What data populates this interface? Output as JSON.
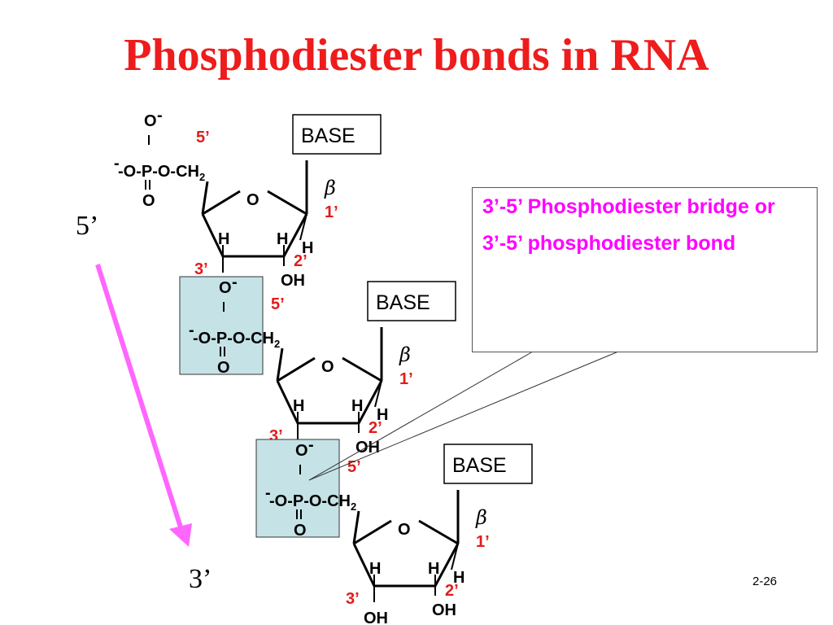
{
  "title": "Phosphodiester bonds in RNA",
  "callout": {
    "line1": "3’-5’ Phosphodiester bridge or",
    "line2": "3’-5’ phosphodiester bond"
  },
  "direction": {
    "start": "5’",
    "end": "3’",
    "arrow_color": "#ff66ff"
  },
  "page_number": "2-26",
  "colors": {
    "title": "#ee1c1c",
    "position_labels": "#e31b1b",
    "callout_text": "#ff00ff",
    "phosphate_highlight": "#c5e3e6"
  },
  "units": [
    {
      "base": "BASE",
      "anomeric": "β",
      "phosphate_top": "O",
      "phosphate_charge": "-",
      "phosphate_bottom": "O",
      "ester_left": "-O-P-O-CH",
      "ester_sub": "2",
      "ring_o": "O",
      "h1": "H",
      "h2": "H",
      "h3": "H",
      "oh_2": "OH",
      "pos_5": "5’",
      "pos_1": "1’",
      "pos_2": "2’",
      "pos_3": "3’"
    },
    {
      "base": "BASE",
      "anomeric": "β",
      "phosphate_top": "O",
      "phosphate_charge": "-",
      "phosphate_bottom": "O",
      "ester_left": "-O-P-O-CH",
      "ester_sub": "2",
      "ring_o": "O",
      "h1": "H",
      "h2": "H",
      "h3": "H",
      "oh_2": "OH",
      "pos_5": "5’",
      "pos_1": "1’",
      "pos_2": "2’",
      "pos_3": "3’"
    },
    {
      "base": "BASE",
      "anomeric": "β",
      "phosphate_top": "O",
      "phosphate_charge": "-",
      "phosphate_bottom": "O",
      "ester_left": "-O-P-O-CH",
      "ester_sub": "2",
      "ring_o": "O",
      "h1": "H",
      "h2": "H",
      "h3": "H",
      "oh_2": "OH",
      "oh_3": "OH",
      "pos_5": "5’",
      "pos_1": "1’",
      "pos_2": "2’",
      "pos_3": "3’"
    }
  ]
}
